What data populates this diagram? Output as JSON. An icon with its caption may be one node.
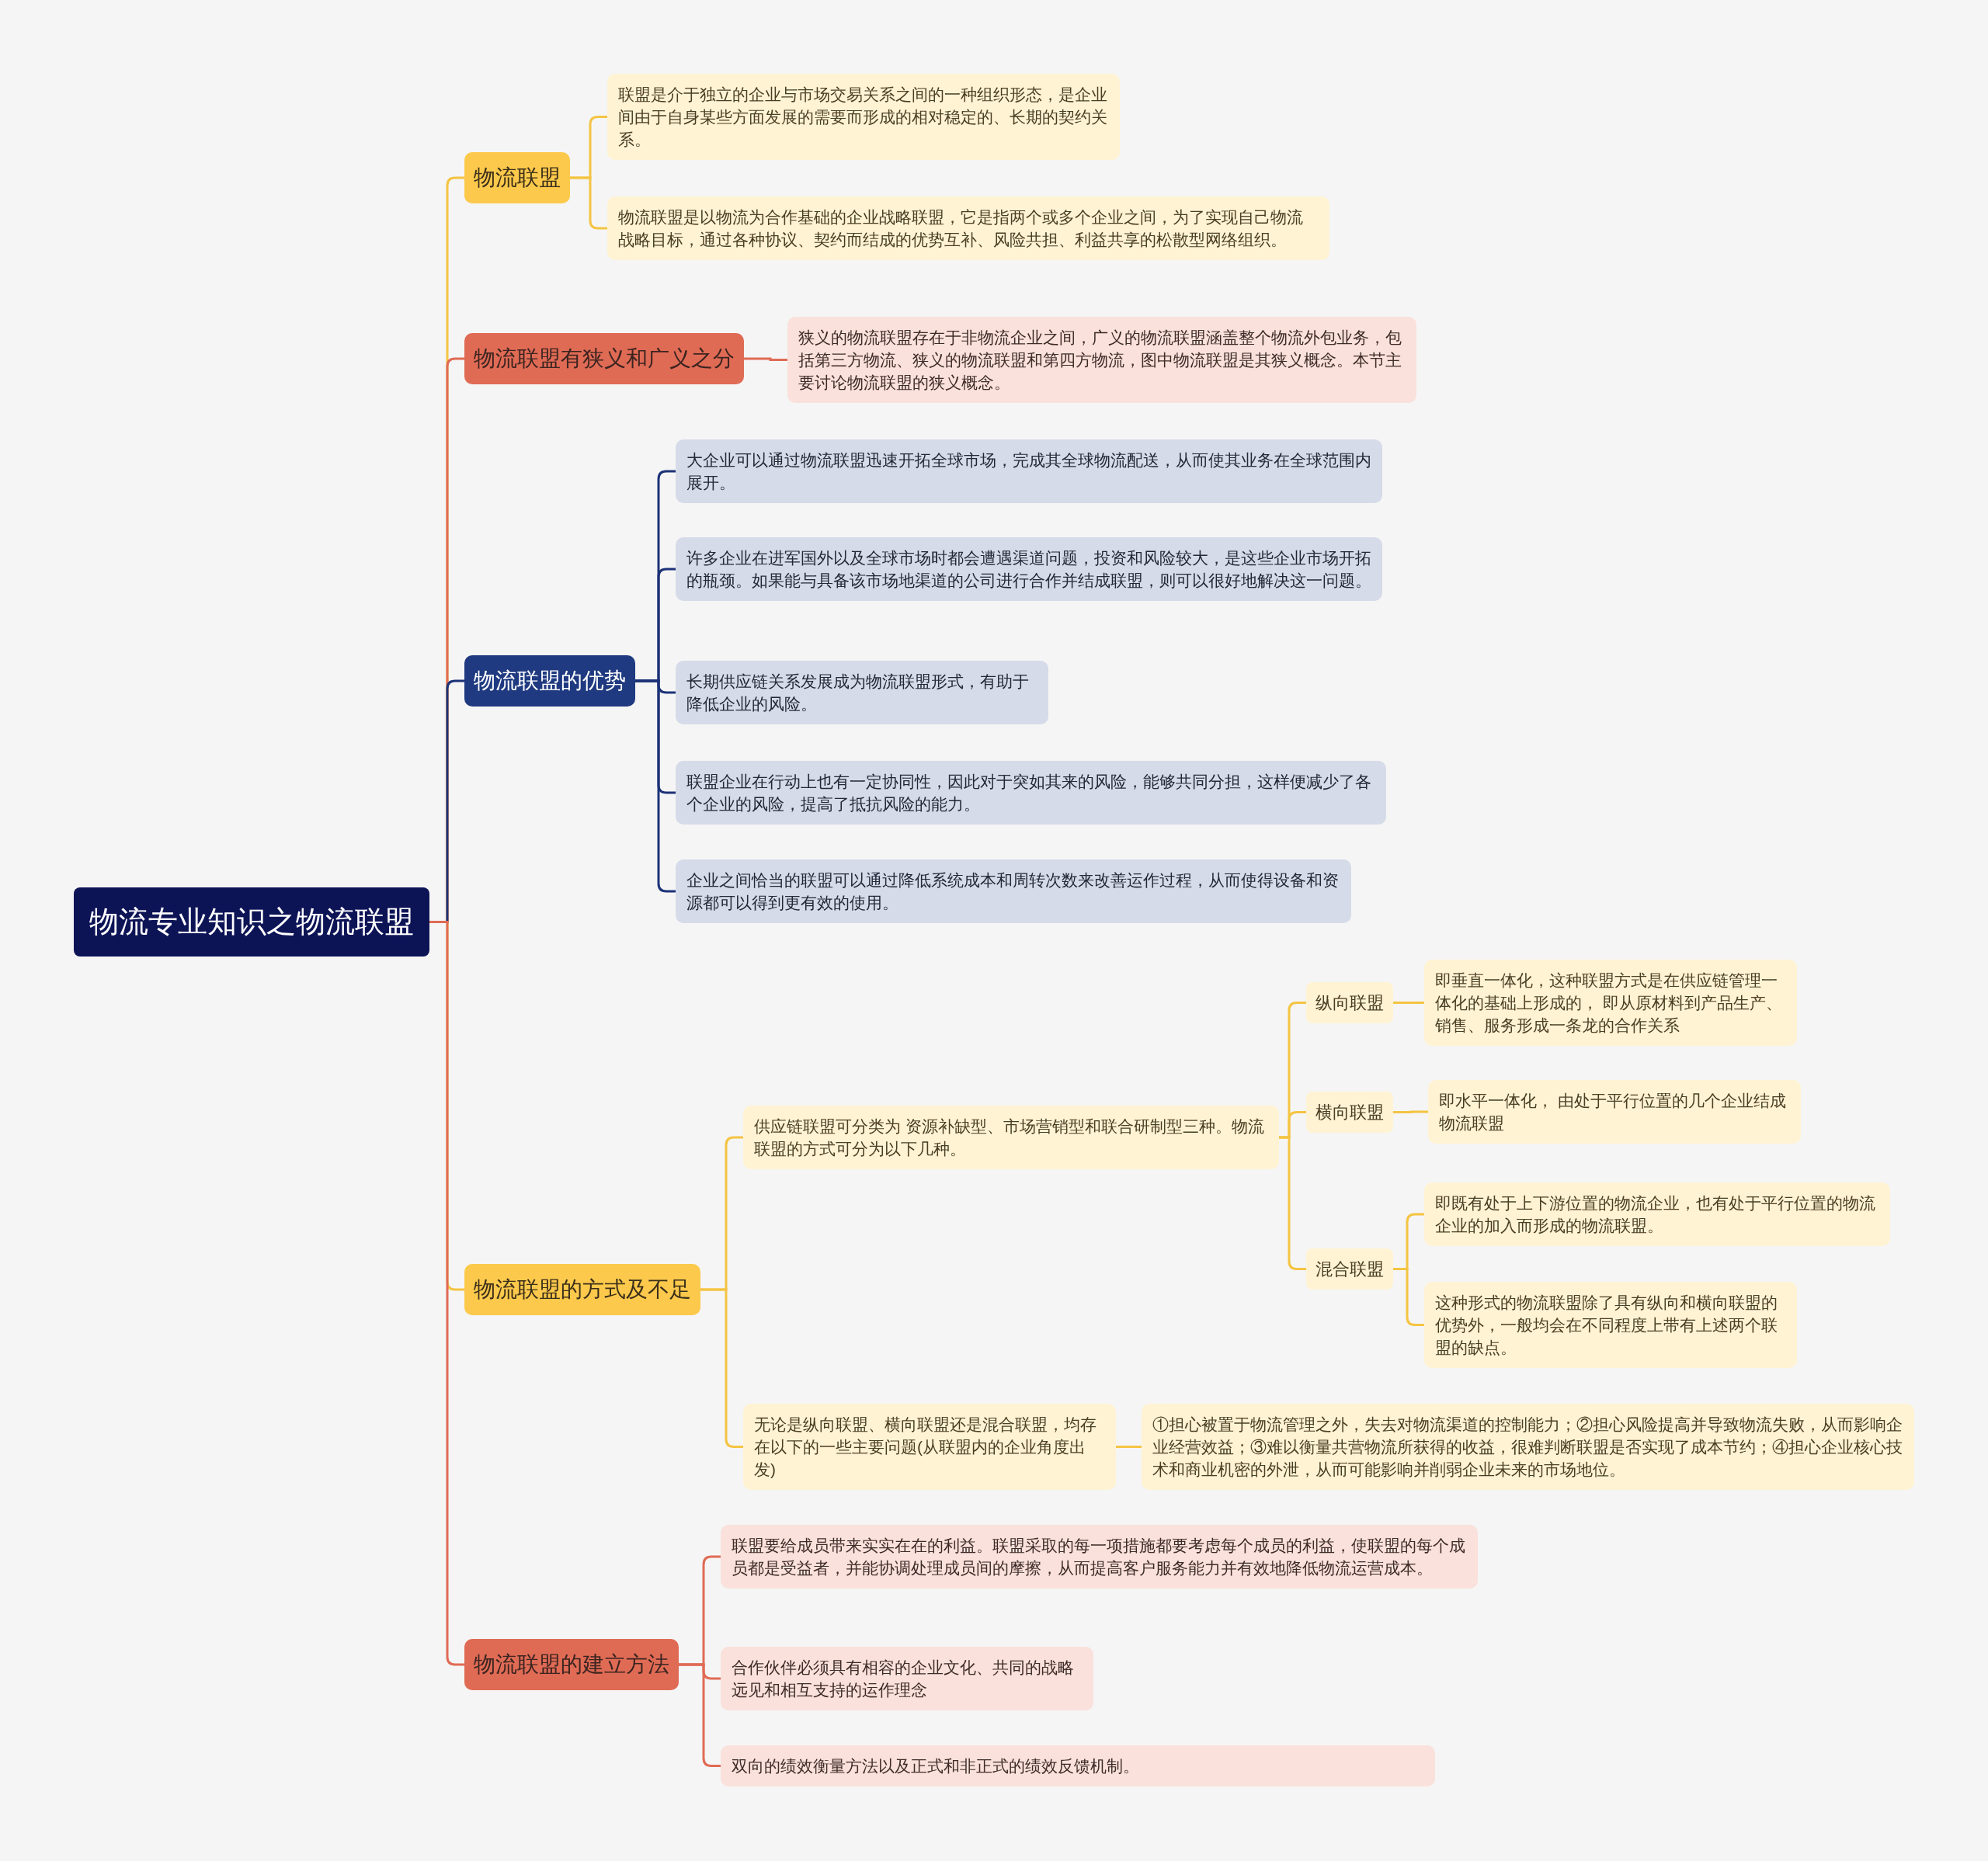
{
  "diagram": {
    "nodes": [
      {
        "text": [
          "物流专业知识之物流联盟"
        ]
      },
      {
        "text": [
          "物流联盟"
        ]
      },
      {
        "text": [
          "联盟是介于独立的企业与市场交易关系之间的一种组织形态，是企业间由于自身某些方面发展的需要而形成的相对稳定的、长期的契约关系。"
        ]
      },
      {
        "text": [
          "物流联盟是以物流为合作基础的企业战略联盟，它是指两个或多个企业之间，为了实现自己物流战略目标，通过各种协议、契约而结成的优势互补、风险共担、利益共享的松散型网络组织。"
        ]
      },
      {
        "text": [
          "物流联盟有狭义和广义之分"
        ]
      },
      {
        "text": [
          "狭义的物流联盟存在于非物流企业之间，广义的物流联盟涵盖整个物流外包业务，包括第三方物流、狭义的物流联盟和第四方物流，图中物流联盟是其狭义概念。本节主要讨论物流联盟的狭义概念。"
        ]
      },
      {
        "text": [
          "物流联盟的优势"
        ]
      },
      {
        "text": [
          "大企业可以通过物流联盟迅速开拓全球市场，完成其全球物流配送，从而使其业务在全球范围内展开。"
        ]
      },
      {
        "text": [
          "许多企业在进军国外以及全球市场时都会遭遇渠道问题，投资和风险较大，是这些企业市场开拓的瓶颈。如果能与具备该市场地渠道的公司进行合作并结成联盟，则可以很好地解决这一问题。"
        ]
      },
      {
        "text": [
          "长期供应链关系发展成为物流联盟形式，有助于降低企业的风险。"
        ]
      },
      {
        "text": [
          "联盟企业在行动上也有一定协同性，因此对于突如其来的风险，能够共同分担，这样便减少了各个企业的风险，提高了抵抗风险的能力。"
        ]
      },
      {
        "text": [
          "企业之间恰当的联盟可以通过降低系统成本和周转次数来改善运作过程，从而使得设备和资源都可以得到更有效的使用。"
        ]
      },
      {
        "text": [
          "物流联盟的方式及不足"
        ]
      },
      {
        "text": [
          "供应链联盟可分类为 资源补缺型、市场营销型和联合研制型三种。物流联盟的方式可分为以下几种。"
        ]
      },
      {
        "text": [
          "纵向联盟"
        ]
      },
      {
        "text": [
          "即垂直一体化，这种联盟方式是在供应链管理一体化的基础上形成的， 即从原材料到产品生产、销售、服务形成一条龙的合作关系"
        ]
      },
      {
        "text": [
          "横向联盟"
        ]
      },
      {
        "text": [
          "即水平一体化， 由处于平行位置的几个企业结成物流联盟"
        ]
      },
      {
        "text": [
          "混合联盟"
        ]
      },
      {
        "text": [
          "即既有处于上下游位置的物流企业，也有处于平行位置的物流企业的加入而形成的物流联盟。"
        ]
      },
      {
        "text": [
          "这种形式的物流联盟除了具有纵向和横向联盟的优势外，一般均会在不同程度上带有上述两个联盟的缺点。"
        ]
      },
      {
        "text": [
          "无论是纵向联盟、横向联盟还是混合联盟，均存在以下的一些主要问题(从联盟内的企业角度出发)"
        ]
      },
      {
        "text": [
          "①担心被置于物流管理之外，失去对物流渠道的控制能力；②担心风险提高并导致物流失败，从而影响企业经营效益；③难以衡量共营物流所获得的收益，很难判断联盟是否实现了成本节约；④担心企业核心技术和商业机密的外泄，从而可能影响并削弱企业未来的市场地位。"
        ]
      },
      {
        "text": [
          "物流联盟的建立方法"
        ]
      },
      {
        "text": [
          "联盟要给成员带来实实在在的利益。联盟采取的每一项措施都要考虑每个成员的利益，使联盟的每个成员都是受益者，并能协调处理成员间的摩擦，从而提高客户服务能力并有效地降低物流运营成本。"
        ]
      },
      {
        "text": [
          "合作伙伴必须具有相容的企业文化、共同的战略远见和相互支持的运作理念"
        ]
      },
      {
        "text": [
          "双向的绩效衡量方法以及正式和非正式的绩效反馈机制。"
        ]
      }
    ],
    "edges": [
      {
        "from": 0,
        "to": 1,
        "arrow": "none"
      },
      {
        "from": 1,
        "to": 2,
        "arrow": "none"
      },
      {
        "from": 1,
        "to": 3,
        "arrow": "none"
      },
      {
        "from": 0,
        "to": 4,
        "arrow": "none",
        "color": "#e06b55"
      },
      {
        "from": 4,
        "to": 5,
        "arrow": "none",
        "color": "#e06b55"
      },
      {
        "from": 0,
        "to": 6,
        "arrow": "none",
        "color": "#1c3278"
      },
      {
        "from": 6,
        "to": 7,
        "arrow": "none",
        "color": "#1c3278"
      },
      {
        "from": 6,
        "to": 8,
        "arrow": "none",
        "color": "#1c3278"
      },
      {
        "from": 6,
        "to": 9,
        "arrow": "none",
        "color": "#1c3278"
      },
      {
        "from": 6,
        "to": 10,
        "arrow": "none",
        "color": "#1c3278"
      },
      {
        "from": 6,
        "to": 11,
        "arrow": "none",
        "color": "#1c3278"
      },
      {
        "from": 0,
        "to": 12,
        "arrow": "none"
      },
      {
        "from": 12,
        "to": 13,
        "arrow": "none"
      },
      {
        "from": 13,
        "to": 14,
        "arrow": "none"
      },
      {
        "from": 14,
        "to": 15,
        "arrow": "none"
      },
      {
        "from": 13,
        "to": 16,
        "arrow": "none"
      },
      {
        "from": 16,
        "to": 17,
        "arrow": "none"
      },
      {
        "from": 13,
        "to": 18,
        "arrow": "none"
      },
      {
        "from": 18,
        "to": 19,
        "arrow": "none"
      },
      {
        "from": 18,
        "to": 20,
        "arrow": "none"
      },
      {
        "from": 12,
        "to": 21,
        "arrow": "none"
      },
      {
        "from": 21,
        "to": 22,
        "arrow": "none"
      },
      {
        "from": 0,
        "to": 23,
        "arrow": "none",
        "color": "#e06b55"
      },
      {
        "from": 23,
        "to": 24,
        "arrow": "none",
        "color": "#e06b55"
      },
      {
        "from": 23,
        "to": 25,
        "arrow": "none",
        "color": "#e06b55"
      },
      {
        "from": 23,
        "to": 26,
        "arrow": "none",
        "color": "#e06b55"
      }
    ]
  }
}
